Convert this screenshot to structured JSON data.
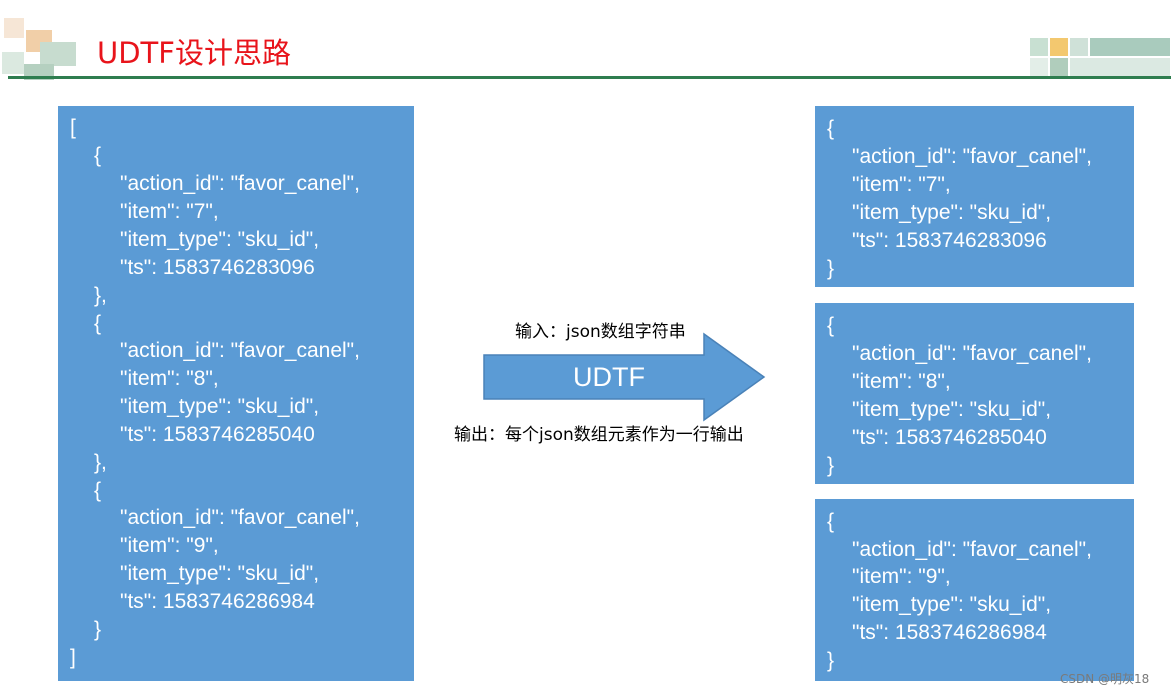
{
  "slide": {
    "title": "UDTF设计思路",
    "watermark": "CSDN @明灰18"
  },
  "colors": {
    "title": "#e8141b",
    "rule": "#2e7d4f",
    "box": "#5b9bd5",
    "box_text": "#ffffff"
  },
  "input_box": {
    "lines": [
      "[",
      "{",
      "\"action_id\": \"favor_canel\",",
      "\"item\": \"7\",",
      "\"item_type\": \"sku_id\",",
      "\"ts\": 1583746283096",
      "},",
      "{",
      "\"action_id\": \"favor_canel\",",
      "\"item\": \"8\",",
      "\"item_type\": \"sku_id\",",
      "\"ts\": 1583746285040",
      "},",
      "{",
      "\"action_id\": \"favor_canel\",",
      "\"item\": \"9\",",
      "\"item_type\": \"sku_id\",",
      "\"ts\": 1583746286984",
      "}",
      "]"
    ]
  },
  "arrow": {
    "label": "UDTF",
    "input_caption": "输入：json数组字符串",
    "output_caption": "输出：每个json数组元素作为一行输出"
  },
  "output_boxes": [
    {
      "lines": [
        "{",
        "\"action_id\": \"favor_canel\",",
        "\"item\": \"7\",",
        "\"item_type\": \"sku_id\",",
        "\"ts\": 1583746283096",
        "}"
      ]
    },
    {
      "lines": [
        "{",
        "\"action_id\": \"favor_canel\",",
        "\"item\": \"8\",",
        "\"item_type\": \"sku_id\",",
        "\"ts\": 1583746285040",
        "}"
      ]
    },
    {
      "lines": [
        "{",
        "\"action_id\": \"favor_canel\",",
        "\"item\": \"9\",",
        "\"item_type\": \"sku_id\",",
        "\"ts\": 1583746286984",
        "}"
      ]
    }
  ]
}
